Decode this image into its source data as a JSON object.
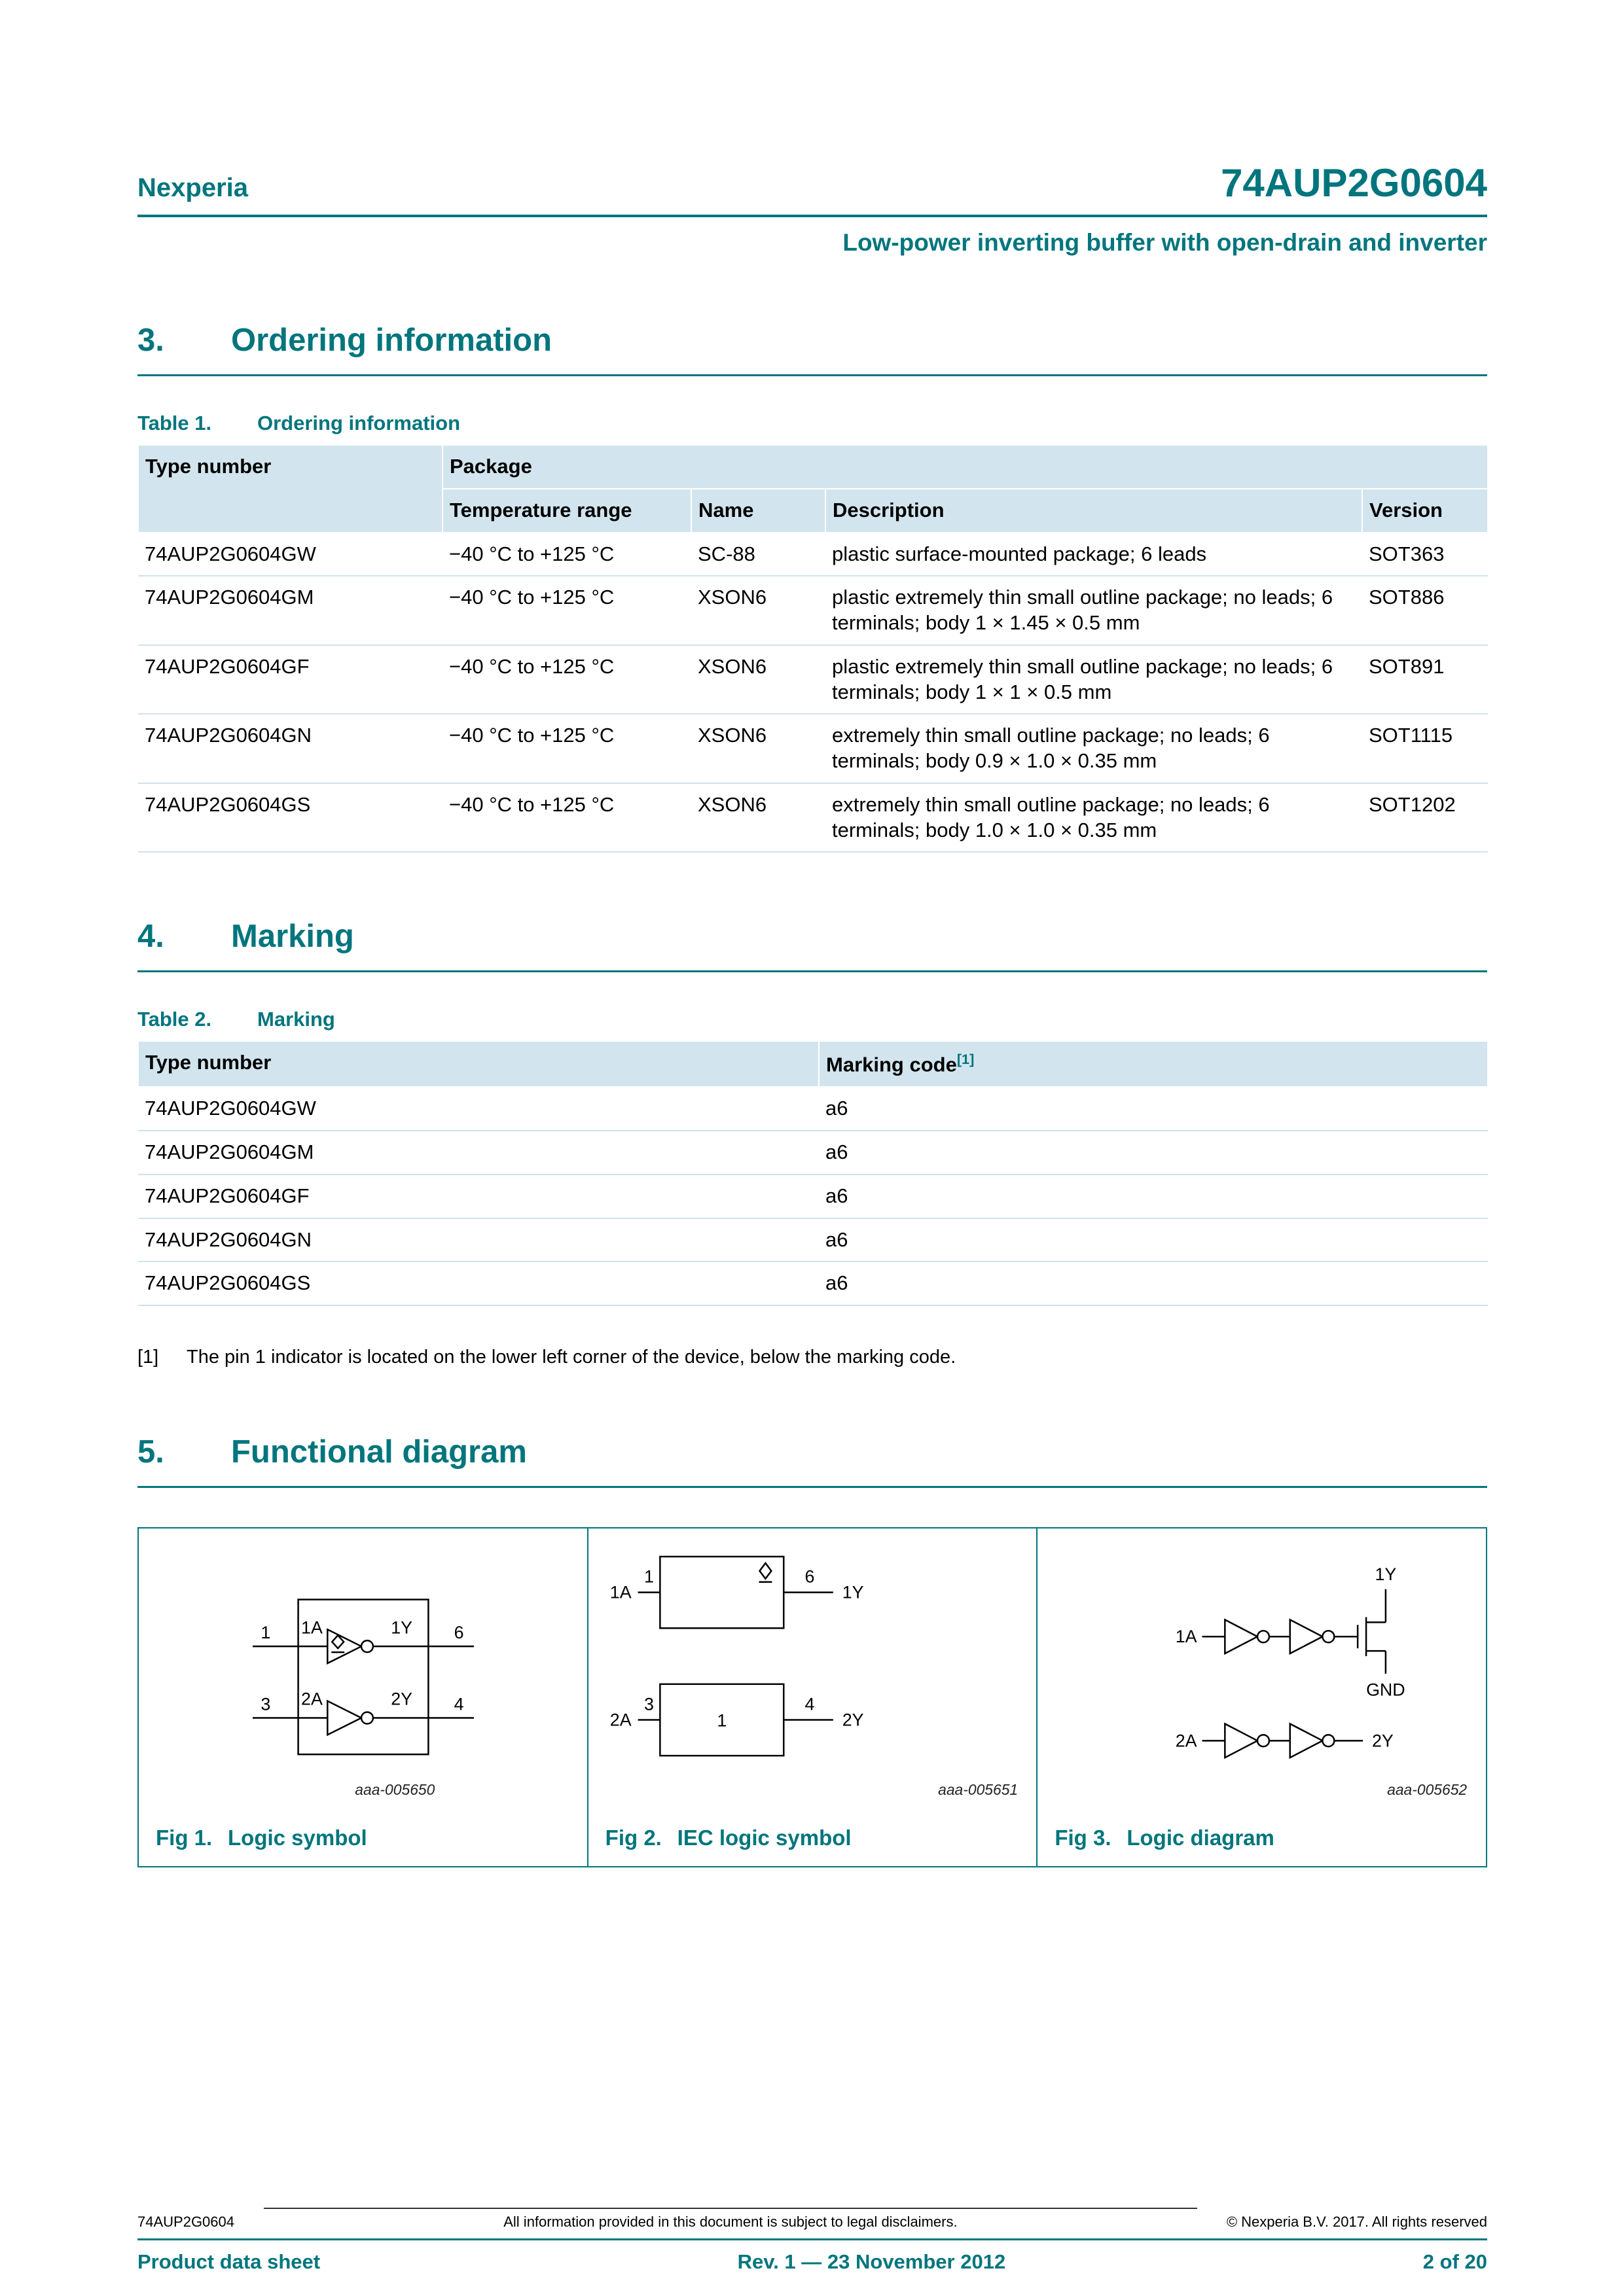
{
  "header": {
    "brand": "Nexperia",
    "part": "74AUP2G0604",
    "subtitle": "Low-power inverting buffer with open-drain and inverter"
  },
  "sections": {
    "ordering": {
      "number": "3.",
      "title": "Ordering information"
    },
    "marking": {
      "number": "4.",
      "title": "Marking"
    },
    "functional": {
      "number": "5.",
      "title": "Functional diagram"
    }
  },
  "table1": {
    "caption_label": "Table 1.",
    "caption_title": "Ordering information",
    "col_type": "Type number",
    "col_package": "Package",
    "col_temp": "Temperature range",
    "col_name": "Name",
    "col_desc": "Description",
    "col_version": "Version",
    "rows": [
      {
        "type": "74AUP2G0604GW",
        "temp": "−40 °C to +125 °C",
        "name": "SC-88",
        "desc": "plastic surface-mounted package; 6 leads",
        "version": "SOT363"
      },
      {
        "type": "74AUP2G0604GM",
        "temp": "−40 °C to +125 °C",
        "name": "XSON6",
        "desc": "plastic extremely thin small outline package; no leads; 6 terminals; body 1 × 1.45 × 0.5 mm",
        "version": "SOT886"
      },
      {
        "type": "74AUP2G0604GF",
        "temp": "−40 °C to +125 °C",
        "name": "XSON6",
        "desc": "plastic extremely thin small outline package; no leads; 6 terminals; body 1 × 1 × 0.5 mm",
        "version": "SOT891"
      },
      {
        "type": "74AUP2G0604GN",
        "temp": "−40 °C to +125 °C",
        "name": "XSON6",
        "desc": "extremely thin small outline package; no leads; 6 terminals; body 0.9 × 1.0 × 0.35 mm",
        "version": "SOT1115"
      },
      {
        "type": "74AUP2G0604GS",
        "temp": "−40 °C to +125 °C",
        "name": "XSON6",
        "desc": "extremely thin small outline package; no leads; 6 terminals; body 1.0 × 1.0 × 0.35 mm",
        "version": "SOT1202"
      }
    ]
  },
  "table2": {
    "caption_label": "Table 2.",
    "caption_title": "Marking",
    "col_type": "Type number",
    "col_code": "Marking code",
    "col_code_ref": "[1]",
    "rows": [
      {
        "type": "74AUP2G0604GW",
        "code": "a6"
      },
      {
        "type": "74AUP2G0604GM",
        "code": "a6"
      },
      {
        "type": "74AUP2G0604GF",
        "code": "a6"
      },
      {
        "type": "74AUP2G0604GN",
        "code": "a6"
      },
      {
        "type": "74AUP2G0604GS",
        "code": "a6"
      }
    ]
  },
  "footnote": {
    "marker": "[1]",
    "text": "The pin 1 indicator is located on the lower left corner of the device, below the marking code."
  },
  "figures": {
    "fig1": {
      "label": "Fig 1.",
      "title": "Logic symbol",
      "code": "aaa-005650",
      "pins": {
        "p1": "1",
        "p3": "3",
        "p4": "4",
        "p6": "6",
        "a1": "1A",
        "y1": "1Y",
        "a2": "2A",
        "y2": "2Y"
      }
    },
    "fig2": {
      "label": "Fig 2.",
      "title": "IEC logic symbol",
      "code": "aaa-005651",
      "pins": {
        "p1": "1",
        "p3": "3",
        "p4": "4",
        "p6": "6",
        "a1": "1A",
        "y1": "1Y",
        "a2": "2A",
        "y2": "2Y",
        "block": "1"
      }
    },
    "fig3": {
      "label": "Fig 3.",
      "title": "Logic diagram",
      "code": "aaa-005652",
      "pins": {
        "a1": "1A",
        "y1": "1Y",
        "gnd": "GND",
        "a2": "2A",
        "y2": "2Y"
      }
    }
  },
  "footer": {
    "part": "74AUP2G0604",
    "disclaimer": "All information provided in this document is subject to legal disclaimers.",
    "copyright": "© Nexperia B.V. 2017. All rights reserved",
    "doc_type": "Product data sheet",
    "revision": "Rev. 1 — 23 November 2012",
    "page": "2 of 20"
  },
  "colors": {
    "accent_teal": "#00757d",
    "table_header_bg": "#d2e5ee",
    "row_divider": "#cfe3ed"
  }
}
